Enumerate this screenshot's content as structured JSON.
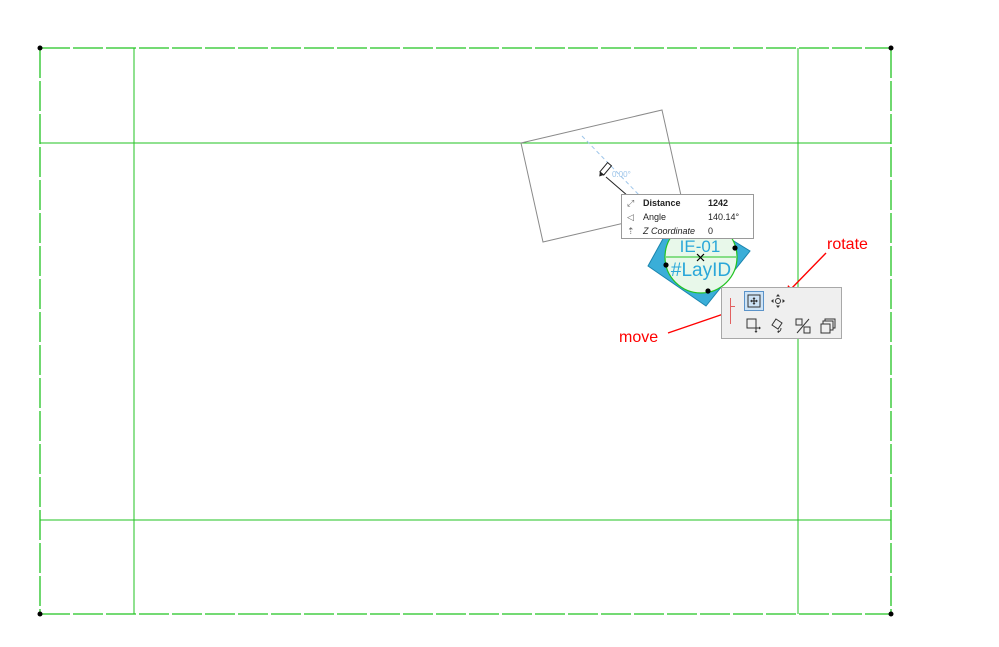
{
  "tracker": {
    "rows": [
      {
        "label": "Distance",
        "value": "1242",
        "icon": "distance-icon"
      },
      {
        "label": "Angle",
        "value": "140.14°",
        "icon": "angle-icon"
      },
      {
        "label": "Z Coordinate",
        "value": "0",
        "icon": "z-coordinate-icon"
      }
    ]
  },
  "angle_readout": "0.00°",
  "zone_stamp": {
    "line1": "IE-01",
    "line2": "#LayID",
    "fill": "#3aaed8",
    "text_color": "#2aa7d9"
  },
  "pet_palette": {
    "buttons": [
      {
        "name": "move-button",
        "icon": "move-icon",
        "selected": true
      },
      {
        "name": "rotate-button",
        "icon": "rotate-icon",
        "selected": false
      },
      {
        "name": "drag-copy-button",
        "icon": "drag-copy-icon",
        "selected": false
      },
      {
        "name": "rotate-copy-button",
        "icon": "rotate-copy-icon",
        "selected": false
      },
      {
        "name": "mirror-button",
        "icon": "mirror-icon",
        "selected": false
      },
      {
        "name": "multiply-button",
        "icon": "multiply-icon",
        "selected": false
      }
    ]
  },
  "annotations": {
    "move": "move",
    "rotate": "rotate"
  },
  "colors": {
    "grid_line": "#22c322",
    "annotation": "#ff0000",
    "selection": "#5b93c9"
  }
}
